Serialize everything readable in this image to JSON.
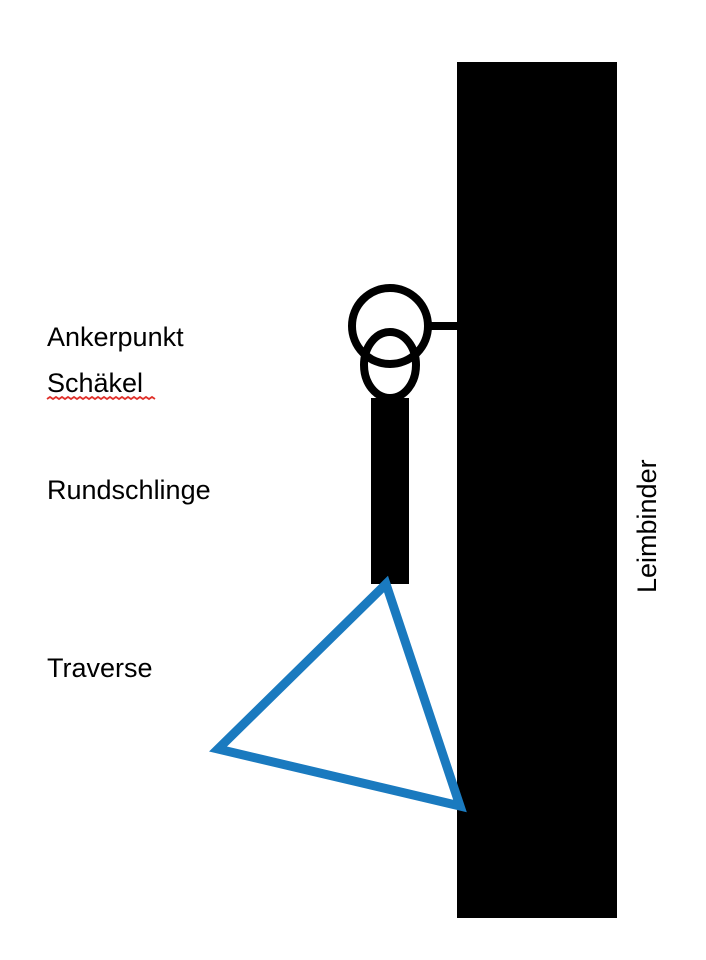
{
  "labels": {
    "ankerpunkt": "Ankerpunkt",
    "schaekel": "Schäkel",
    "rundschlinge": "Rundschlinge",
    "traverse": "Traverse",
    "leimbinder": "Leimbinder"
  },
  "colors": {
    "beam": "#000000",
    "traverse": "#1a7abf",
    "spellcheck_underline": "#e0302a"
  }
}
